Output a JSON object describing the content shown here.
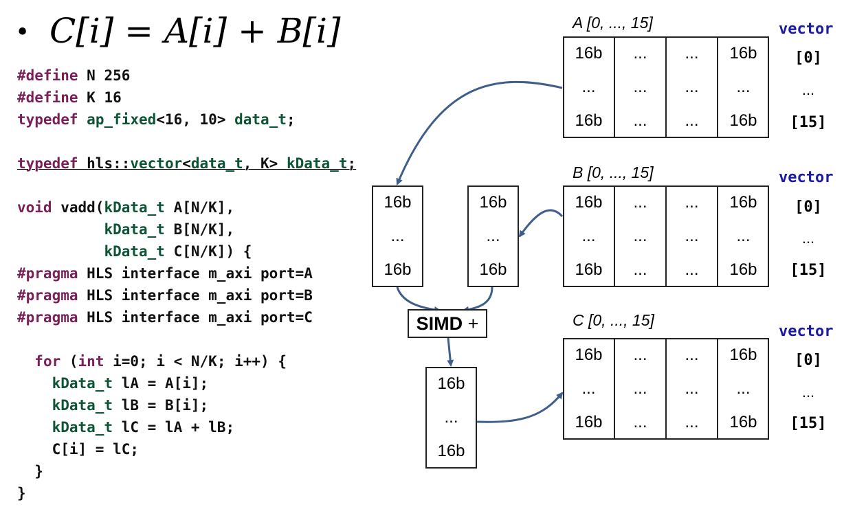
{
  "title": {
    "bullet": "•",
    "equation": "C[i] = A[i] + B[i]"
  },
  "code_lines": [
    [
      {
        "t": "#define",
        "c": "kw"
      },
      {
        "t": " N 256",
        "c": "pl"
      }
    ],
    [
      {
        "t": "#define",
        "c": "kw"
      },
      {
        "t": " K 16",
        "c": "pl"
      }
    ],
    [
      {
        "t": "typedef",
        "c": "kw"
      },
      {
        "t": " ",
        "c": "pl"
      },
      {
        "t": "ap_fixed",
        "c": "ty"
      },
      {
        "t": "<16, 10> ",
        "c": "pl"
      },
      {
        "t": "data_t",
        "c": "ty"
      },
      {
        "t": ";",
        "c": "pl"
      }
    ],
    [],
    [
      {
        "t": "typedef",
        "c": "kw"
      },
      {
        "t": " hls::",
        "c": "pl"
      },
      {
        "t": "vector",
        "c": "ty"
      },
      {
        "t": "<",
        "c": "pl"
      },
      {
        "t": "data_t",
        "c": "ty"
      },
      {
        "t": ", K> ",
        "c": "pl"
      },
      {
        "t": "kData_t",
        "c": "ty"
      },
      {
        "t": ";",
        "c": "pl"
      }
    ],
    [],
    [
      {
        "t": "void",
        "c": "kw"
      },
      {
        "t": " vadd(",
        "c": "pl"
      },
      {
        "t": "kData_t",
        "c": "ty"
      },
      {
        "t": " A[N/K],",
        "c": "pl"
      }
    ],
    [
      {
        "t": "          ",
        "c": "pl"
      },
      {
        "t": "kData_t",
        "c": "ty"
      },
      {
        "t": " B[N/K],",
        "c": "pl"
      }
    ],
    [
      {
        "t": "          ",
        "c": "pl"
      },
      {
        "t": "kData_t",
        "c": "ty"
      },
      {
        "t": " C[N/K]) {",
        "c": "pl"
      }
    ],
    [
      {
        "t": "#pragma",
        "c": "kw"
      },
      {
        "t": " HLS interface m_axi port=A",
        "c": "pl"
      }
    ],
    [
      {
        "t": "#pragma",
        "c": "kw"
      },
      {
        "t": " HLS interface m_axi port=B",
        "c": "pl"
      }
    ],
    [
      {
        "t": "#pragma",
        "c": "kw"
      },
      {
        "t": " HLS interface m_axi port=C",
        "c": "pl"
      }
    ],
    [],
    [
      {
        "t": "  ",
        "c": "pl"
      },
      {
        "t": "for",
        "c": "kw"
      },
      {
        "t": " (",
        "c": "pl"
      },
      {
        "t": "int",
        "c": "kw"
      },
      {
        "t": " i=0; i < N/K; i++) {",
        "c": "pl"
      }
    ],
    [
      {
        "t": "    ",
        "c": "pl"
      },
      {
        "t": "kData_t",
        "c": "ty"
      },
      {
        "t": " lA = A[i];",
        "c": "pl"
      }
    ],
    [
      {
        "t": "    ",
        "c": "pl"
      },
      {
        "t": "kData_t",
        "c": "ty"
      },
      {
        "t": " lB = B[i];",
        "c": "pl"
      }
    ],
    [
      {
        "t": "    ",
        "c": "pl"
      },
      {
        "t": "kData_t",
        "c": "ty"
      },
      {
        "t": " lC = lA + lB;",
        "c": "pl"
      }
    ],
    [
      {
        "t": "    C[i] = lC;",
        "c": "pl"
      }
    ],
    [
      {
        "t": "  }",
        "c": "pl"
      }
    ],
    [
      {
        "t": "}",
        "c": "pl"
      }
    ]
  ],
  "arrays": [
    {
      "name": "A",
      "label": "A [0, ..., 15]",
      "vector_label": "vector",
      "index_top": "[0]",
      "index_mid": "...",
      "index_bottom": "[15]",
      "cells": [
        [
          "16b",
          "...",
          "...",
          "16b"
        ],
        [
          "...",
          "...",
          "...",
          "..."
        ],
        [
          "16b",
          "...",
          "...",
          "16b"
        ]
      ]
    },
    {
      "name": "B",
      "label": "B [0, ..., 15]",
      "vector_label": "vector",
      "index_top": "[0]",
      "index_mid": "...",
      "index_bottom": "[15]",
      "cells": [
        [
          "16b",
          "...",
          "...",
          "16b"
        ],
        [
          "...",
          "...",
          "...",
          "..."
        ],
        [
          "16b",
          "...",
          "...",
          "16b"
        ]
      ]
    },
    {
      "name": "C",
      "label": "C [0, ..., 15]",
      "vector_label": "vector",
      "index_top": "[0]",
      "index_mid": "...",
      "index_bottom": "[15]",
      "cells": [
        [
          "16b",
          "...",
          "...",
          "16b"
        ],
        [
          "...",
          "...",
          "...",
          "..."
        ],
        [
          "16b",
          "...",
          "...",
          "16b"
        ]
      ]
    }
  ],
  "column_boxes": [
    {
      "name": "a-element",
      "cells": [
        "16b",
        "...",
        "16b"
      ]
    },
    {
      "name": "b-element",
      "cells": [
        "16b",
        "...",
        "16b"
      ]
    },
    {
      "name": "c-element",
      "cells": [
        "16b",
        "...",
        "16b"
      ]
    }
  ],
  "simd": {
    "bold": "SIMD",
    "op": " +"
  },
  "colors": {
    "keyword": "#7a1f57",
    "type": "#0b5535",
    "vector_label": "#1a1aa6",
    "arrow": "#3f5f8a"
  }
}
